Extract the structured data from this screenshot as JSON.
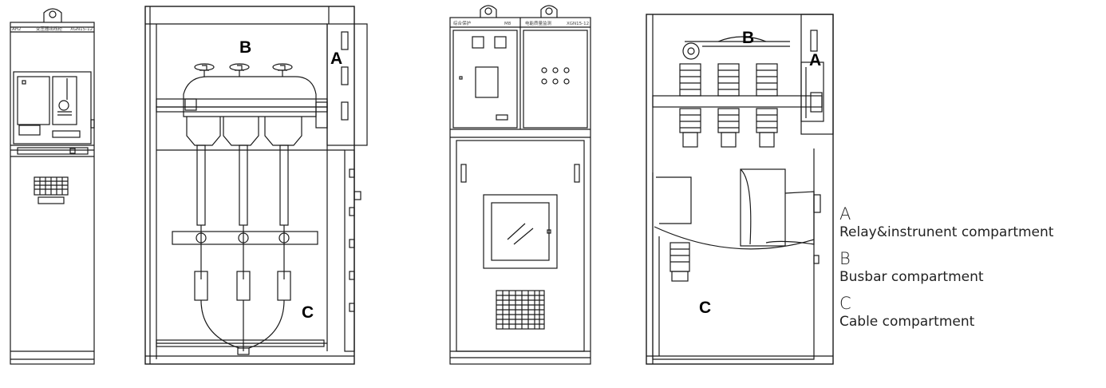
{
  "panel_labels": {
    "front_left": [
      "AH2",
      "变压器出线柜",
      "XGN15-12"
    ],
    "front_right": [
      "综合保护",
      "M8",
      "电能质量监测",
      "XGN15-12"
    ]
  },
  "markers": {
    "side_left": {
      "a": "A",
      "b": "B",
      "c": "C"
    },
    "side_right": {
      "a": "A",
      "b": "B",
      "c": "C"
    }
  },
  "legend": [
    {
      "letter": "A",
      "text": "Relay&instrunent compartment"
    },
    {
      "letter": "B",
      "text": "Busbar compartment"
    },
    {
      "letter": "C",
      "text": "Cable compartment"
    }
  ],
  "colors": {
    "line": "#1a1a1a",
    "background": "#ffffff"
  }
}
